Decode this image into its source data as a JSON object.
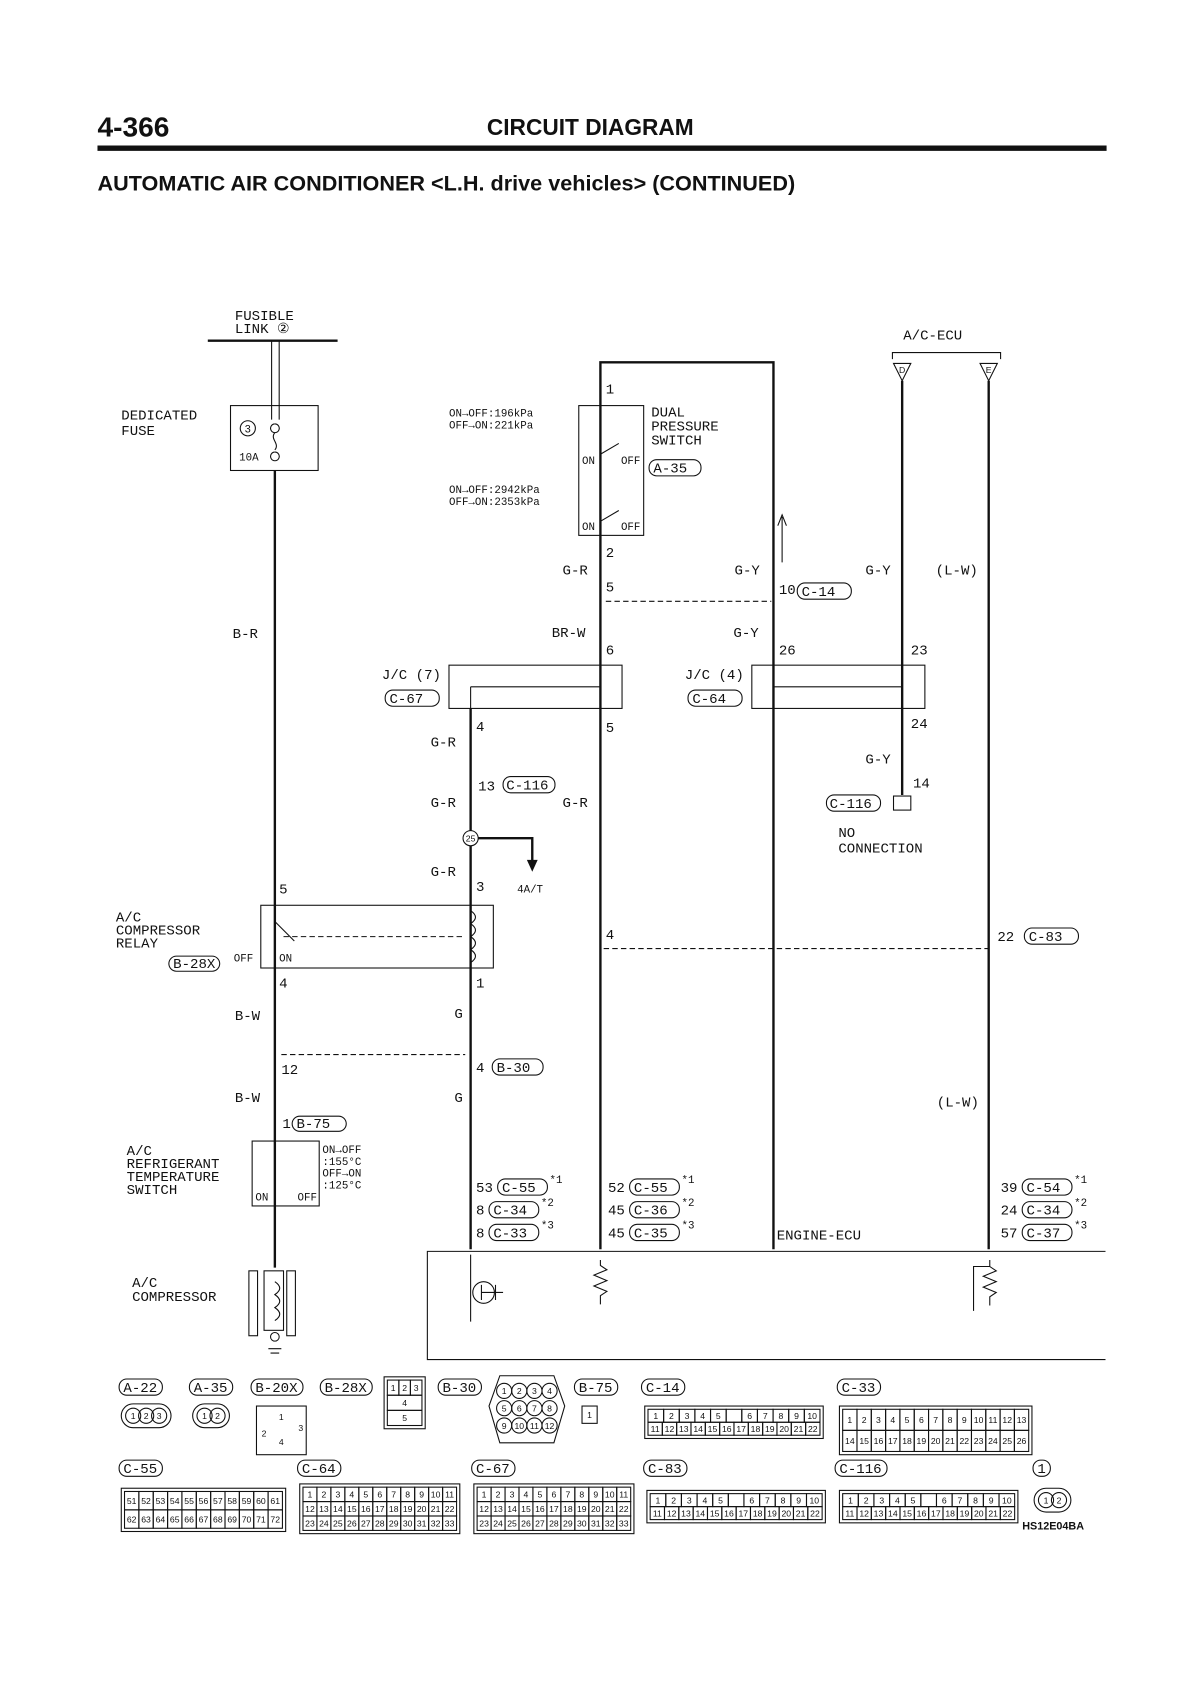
{
  "header": {
    "page_number": "4-366",
    "section": "CIRCUIT DIAGRAM",
    "title": "AUTOMATIC AIR CONDITIONER <L.H. drive vehicles> (CONTINUED)"
  },
  "fusible_link": {
    "line1": "FUSIBLE",
    "line2": "LINK ②"
  },
  "fuse": {
    "line1": "DEDICATED",
    "line2": "FUSE",
    "number": "3",
    "rating": "10A"
  },
  "dual_pressure_switch": {
    "name": [
      "DUAL",
      "PRESSURE",
      "SWITCH"
    ],
    "connector": "A-35",
    "low": [
      "ON→OFF:196kPa",
      "OFF→ON:221kPa"
    ],
    "high": [
      "ON→OFF:2942kPa",
      "OFF→ON:2353kPa"
    ],
    "on": "ON",
    "off": "OFF",
    "pin_top": "1",
    "pin_bottom": "2"
  },
  "ac_ecu": {
    "label": "A/C-ECU",
    "pin_d": "D",
    "pin_e": "E"
  },
  "wires": {
    "br": "B-R",
    "gr": "G-R",
    "brw": "BR-W",
    "gy": "G-Y",
    "lw": "(L-W)",
    "bw": "B-W",
    "g": "G"
  },
  "junctions": {
    "jc7": {
      "label": "J/C (7)",
      "connector": "C-67"
    },
    "jc4": {
      "label": "J/C (4)",
      "connector": "C-64"
    }
  },
  "pins": {
    "p5a": "5",
    "p6": "6",
    "p5b": "5",
    "p4a": "4",
    "p13": "13",
    "c116": "C-116",
    "p3": "3",
    "at": "4A/T",
    "splice": "25",
    "p10": "10",
    "c14": "C-14",
    "p26": "26",
    "p23": "23",
    "p24": "24",
    "p14": "14",
    "p5r": "5",
    "p4r": "4",
    "p1r": "1",
    "p4m": "4",
    "p22": "22",
    "c83": "C-83",
    "p4b": "4",
    "b30": "B-30",
    "p12": "12",
    "p1b": "1",
    "b75": "B-75"
  },
  "no_connection": {
    "connector": "C-116",
    "line1": "NO",
    "line2": "CONNECTION"
  },
  "relay": {
    "name": [
      "A/C",
      "COMPRESSOR",
      "RELAY"
    ],
    "connector": "B-28X",
    "off": "OFF",
    "on": "ON"
  },
  "temp_switch": {
    "name": [
      "A/C",
      "REFRIGERANT",
      "TEMPERATURE",
      "SWITCH"
    ],
    "spec": [
      "ON→OFF",
      ":155°C",
      "OFF→ON",
      ":125°C"
    ],
    "on": "ON",
    "off": "OFF"
  },
  "compressor": {
    "name": [
      "A/C",
      "COMPRESSOR"
    ]
  },
  "engine_ecu": {
    "label": "ENGINE-ECU",
    "col1": [
      {
        "pin": "53",
        "conn": "C-55",
        "note": "*1"
      },
      {
        "pin": "8",
        "conn": "C-34",
        "note": "*2"
      },
      {
        "pin": "8",
        "conn": "C-33",
        "note": "*3"
      }
    ],
    "col2": [
      {
        "pin": "52",
        "conn": "C-55",
        "note": "*1"
      },
      {
        "pin": "45",
        "conn": "C-36",
        "note": "*2"
      },
      {
        "pin": "45",
        "conn": "C-35",
        "note": "*3"
      }
    ],
    "col3": [
      {
        "pin": "39",
        "conn": "C-54",
        "note": "*1"
      },
      {
        "pin": "24",
        "conn": "C-34",
        "note": "*2"
      },
      {
        "pin": "57",
        "conn": "C-37",
        "note": "*3"
      }
    ]
  },
  "connectors": {
    "a22": {
      "label": "A-22",
      "pins": [
        "1",
        "2",
        "3"
      ]
    },
    "a35": {
      "label": "A-35",
      "pins": [
        "1",
        "2"
      ]
    },
    "b20x": {
      "label": "B-20X",
      "pins": [
        "1",
        "2",
        "3",
        "4"
      ]
    },
    "b28x": {
      "label": "B-28X",
      "rows": [
        [
          "1",
          "2",
          "3"
        ],
        [
          "4"
        ],
        [
          "5"
        ]
      ]
    },
    "b30": {
      "label": "B-30",
      "rows": [
        [
          "1",
          "2",
          "3",
          "4"
        ],
        [
          "5",
          "6",
          "7",
          "8"
        ],
        [
          "9",
          "10",
          "11",
          "12"
        ]
      ]
    },
    "b75": {
      "label": "B-75",
      "pins": [
        "1"
      ]
    },
    "c14": {
      "label": "C-14",
      "rows": [
        [
          "1",
          "2",
          "3",
          "4",
          "5",
          "",
          "6",
          "7",
          "8",
          "9",
          "10"
        ],
        [
          "11",
          "12",
          "13",
          "14",
          "15",
          "16",
          "17",
          "18",
          "19",
          "20",
          "21",
          "22"
        ]
      ]
    },
    "c33": {
      "label": "C-33",
      "rows": [
        [
          "1",
          "2",
          "3",
          "4",
          "5",
          "6",
          "7",
          "8",
          "9",
          "10",
          "11",
          "12",
          "13"
        ],
        [
          "14",
          "15",
          "16",
          "17",
          "18",
          "19",
          "20",
          "21",
          "22",
          "23",
          "24",
          "25",
          "26"
        ]
      ]
    },
    "c55": {
      "label": "C-55",
      "rows": [
        [
          "51",
          "52",
          "53",
          "54",
          "55",
          "56",
          "57",
          "58",
          "59",
          "60",
          "61"
        ],
        [
          "62",
          "63",
          "64",
          "65",
          "66",
          "67",
          "68",
          "69",
          "70",
          "71",
          "72"
        ]
      ]
    },
    "c64": {
      "label": "C-64",
      "rows": [
        [
          "1",
          "2",
          "3",
          "4",
          "5",
          "6",
          "7",
          "8",
          "9",
          "10",
          "11"
        ],
        [
          "12",
          "13",
          "14",
          "15",
          "16",
          "17",
          "18",
          "19",
          "20",
          "21",
          "22"
        ],
        [
          "23",
          "24",
          "25",
          "26",
          "27",
          "28",
          "29",
          "30",
          "31",
          "32",
          "33"
        ]
      ]
    },
    "c67": {
      "label": "C-67",
      "rows": [
        [
          "1",
          "2",
          "3",
          "4",
          "5",
          "6",
          "7",
          "8",
          "9",
          "10",
          "11"
        ],
        [
          "12",
          "13",
          "14",
          "15",
          "16",
          "17",
          "18",
          "19",
          "20",
          "21",
          "22"
        ],
        [
          "23",
          "24",
          "25",
          "26",
          "27",
          "28",
          "29",
          "30",
          "31",
          "32",
          "33"
        ]
      ]
    },
    "c83": {
      "label": "C-83",
      "rows": [
        [
          "1",
          "2",
          "3",
          "4",
          "5",
          "",
          "6",
          "7",
          "8",
          "9",
          "10"
        ],
        [
          "11",
          "12",
          "13",
          "14",
          "15",
          "16",
          "17",
          "18",
          "19",
          "20",
          "21",
          "22"
        ]
      ]
    },
    "c116": {
      "label": "C-116",
      "rows": [
        [
          "1",
          "2",
          "3",
          "4",
          "5",
          "",
          "6",
          "7",
          "8",
          "9",
          "10"
        ],
        [
          "11",
          "12",
          "13",
          "14",
          "15",
          "16",
          "17",
          "18",
          "19",
          "20",
          "21",
          "22"
        ]
      ]
    },
    "j1": {
      "label": "1",
      "pins": [
        "1",
        "2"
      ]
    }
  },
  "figure_code": "HS12E04BA"
}
